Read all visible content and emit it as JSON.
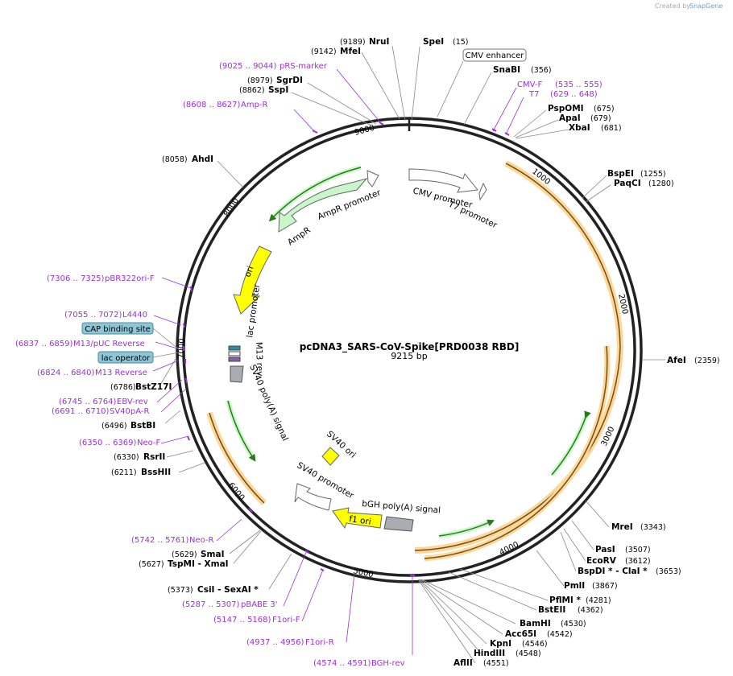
{
  "credit": {
    "prefix": "Created by",
    "brand": "SnapGene"
  },
  "plasmid": {
    "name": "pcDNA3_SARS-CoV-Spike[PRD0038 RBD]",
    "length": "9215 bp"
  },
  "ticks": [
    {
      "label": "1000"
    },
    {
      "label": "2000"
    },
    {
      "label": "3000"
    },
    {
      "label": "4000"
    },
    {
      "label": "5000"
    },
    {
      "label": "6000"
    },
    {
      "label": "7000"
    },
    {
      "label": "8000"
    },
    {
      "label": "9000"
    }
  ],
  "enzymes": [
    {
      "name": "SpeI",
      "pos": "(15)"
    },
    {
      "name": "NruI",
      "pos": "(9189)"
    },
    {
      "name": "MfeI",
      "pos": "(9142)"
    },
    {
      "name": "SgrDI",
      "pos": "(8979)"
    },
    {
      "name": "SspI",
      "pos": "(8862)"
    },
    {
      "name": "AhdI",
      "pos": "(8058)"
    },
    {
      "name": "SnaBI",
      "pos": "(356)"
    },
    {
      "name": "PspOMI",
      "pos": "(675)"
    },
    {
      "name": "ApaI",
      "pos": "(679)"
    },
    {
      "name": "XbaI",
      "pos": "(681)"
    },
    {
      "name": "BspEI",
      "pos": "(1255)"
    },
    {
      "name": "PaqCI",
      "pos": "(1280)"
    },
    {
      "name": "AfeI",
      "pos": "(2359)"
    },
    {
      "name": "MreI",
      "pos": "(3343)"
    },
    {
      "name": "PasI",
      "pos": "(3507)"
    },
    {
      "name": "EcoRV",
      "pos": "(3612)"
    },
    {
      "name": "BspDI * - ClaI *",
      "pos": "(3653)"
    },
    {
      "name": "PmlI",
      "pos": "(3867)"
    },
    {
      "name": "PflMI *",
      "pos": "(4281)"
    },
    {
      "name": "BstEII",
      "pos": "(4362)"
    },
    {
      "name": "BamHI",
      "pos": "(4530)"
    },
    {
      "name": "Acc65I",
      "pos": "(4542)"
    },
    {
      "name": "KpnI",
      "pos": "(4546)"
    },
    {
      "name": "HindIII",
      "pos": "(4548)"
    },
    {
      "name": "AflII",
      "pos": "(4551)"
    },
    {
      "name": "BstZ17I",
      "pos": "(6786)"
    },
    {
      "name": "BstBI",
      "pos": "(6496)"
    },
    {
      "name": "RsrII",
      "pos": "(6330)"
    },
    {
      "name": "BssHII",
      "pos": "(6211)"
    },
    {
      "name": "SmaI",
      "pos": "(5629)"
    },
    {
      "name": "TspMI - XmaI",
      "pos": "(5627)"
    },
    {
      "name": "CsiI - SexAI *",
      "pos": "(5373)"
    }
  ],
  "primers": [
    {
      "name": "pRS-marker",
      "range": "(9025 .. 9044)"
    },
    {
      "name": "Amp-R",
      "range": "(8608 .. 8627)"
    },
    {
      "name": "CMV-F",
      "range": "(535 .. 555)"
    },
    {
      "name": "T7",
      "range": "(629 .. 648)"
    },
    {
      "name": "pBR322ori-F",
      "range": "(7306 .. 7325)"
    },
    {
      "name": "L4440",
      "range": "(7055 .. 7072)"
    },
    {
      "name": "M13/pUC Reverse",
      "range": "(6837 .. 6859)"
    },
    {
      "name": "M13 Reverse",
      "range": "(6824 .. 6840)"
    },
    {
      "name": "EBV-rev",
      "range": "(6745 .. 6764)"
    },
    {
      "name": "SV40pA-R",
      "range": "(6691 .. 6710)"
    },
    {
      "name": "Neo-F",
      "range": "(6350 .. 6369)"
    },
    {
      "name": "Neo-R",
      "range": "(5742 .. 5761)"
    },
    {
      "name": "pBABE 3'",
      "range": "(5287 .. 5307)"
    },
    {
      "name": "F1ori-F",
      "range": "(5147 .. 5168)"
    },
    {
      "name": "F1ori-R",
      "range": "(4937 .. 4956)"
    },
    {
      "name": "BGH-rev",
      "range": "(4574 .. 4591)"
    }
  ],
  "boxed_features": {
    "cmv_enhancer": "CMV enhancer",
    "cap_site": "CAP binding site",
    "lac_operator": "lac operator"
  },
  "features": {
    "cmv_promoter": "CMV promoter",
    "t7_promoter": "T7 promoter",
    "ampr_promoter": "AmpR promoter",
    "ampr": "AmpR",
    "ori": "ori",
    "lac_promoter": "lac promoter",
    "m13_rev": "M13 rev",
    "sv40_polya": "SV40 poly(A) signal",
    "sv40_ori": "SV40 ori",
    "sv40_promoter": "SV40 promoter",
    "bgh_polya": "bGH poly(A) signal",
    "f1_ori": "f1 ori"
  },
  "colors": {
    "backbone": "#222222",
    "primer": "#9b30d9",
    "orf_fill": "#fbd79a",
    "orf_stroke": "#e0a040",
    "green_feature": "#c9f7c9",
    "yellow_feature": "#ffff00",
    "promoter": "#ffffff",
    "polya": "#a9acb1"
  }
}
